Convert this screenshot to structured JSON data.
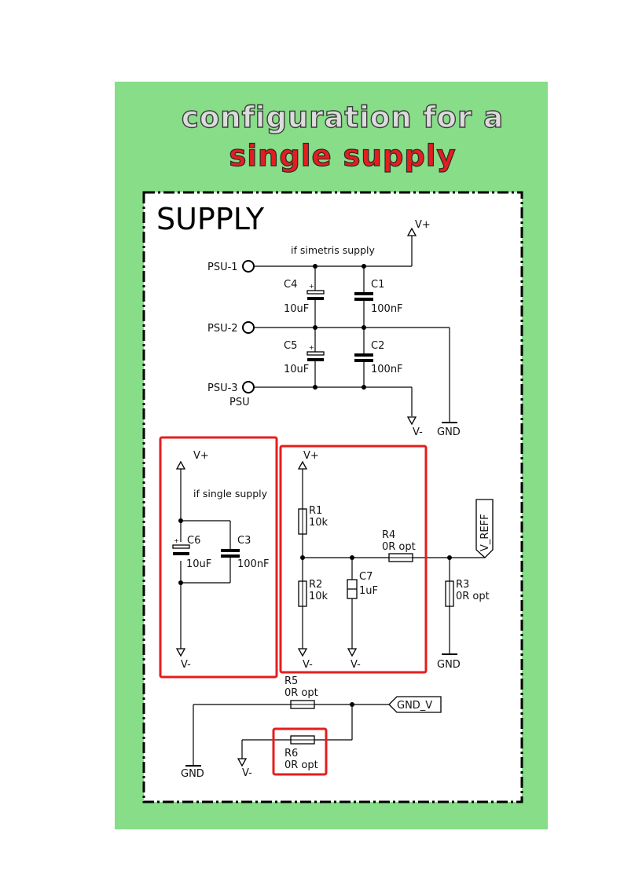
{
  "heading": {
    "line1": "configuration for a",
    "line2": "single supply"
  },
  "schematic": {
    "sheet_title": "SUPPLY",
    "connector": {
      "pins": [
        "PSU-1",
        "PSU-2",
        "PSU-3"
      ],
      "name": "PSU"
    },
    "notes": {
      "symmetric": "if simetris supply",
      "single": "if single supply"
    },
    "nets": {
      "vplus": "V+",
      "vminus": "V-",
      "gnd": "GND",
      "vreff": "V_REFF",
      "gnd_v": "GND_V"
    },
    "components": {
      "c4": {
        "ref": "C4",
        "value": "10uF"
      },
      "c1": {
        "ref": "C1",
        "value": "100nF"
      },
      "c5": {
        "ref": "C5",
        "value": "10uF"
      },
      "c2": {
        "ref": "C2",
        "value": "100nF"
      },
      "c6": {
        "ref": "C6",
        "value": "10uF"
      },
      "c3": {
        "ref": "C3",
        "value": "100nF"
      },
      "r1": {
        "ref": "R1",
        "value": "10k"
      },
      "r2": {
        "ref": "R2",
        "value": "10k"
      },
      "c7": {
        "ref": "C7",
        "value": "1uF"
      },
      "r4": {
        "ref": "R4",
        "value": "0R opt"
      },
      "r3": {
        "ref": "R3",
        "value": "0R opt"
      },
      "r5": {
        "ref": "R5",
        "value": "0R opt"
      },
      "r6": {
        "ref": "R6",
        "value": "0R opt"
      }
    },
    "polarity_mark": "+",
    "colors": {
      "panel_bg": "#88dd88",
      "highlight": "#e41e1e",
      "wire": "#000000"
    }
  }
}
